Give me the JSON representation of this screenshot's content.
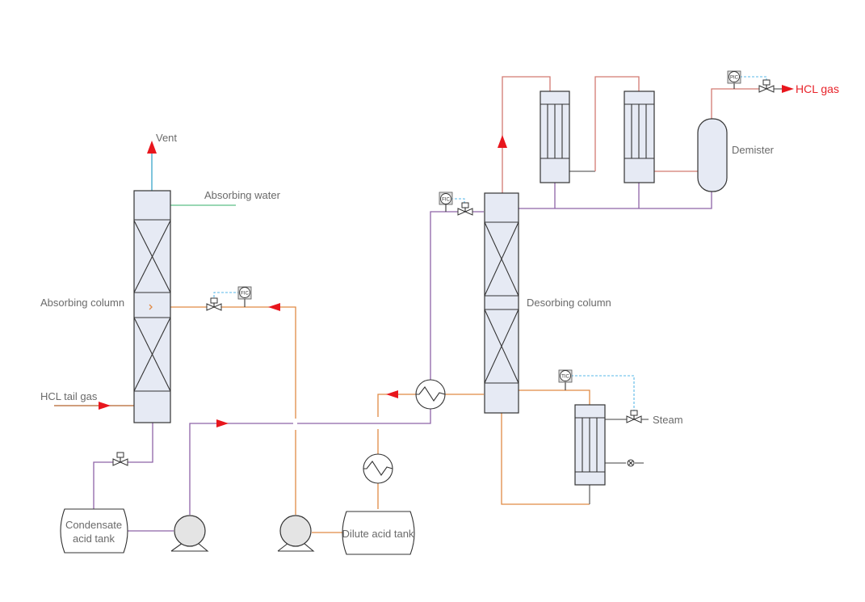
{
  "diagram": {
    "type": "process-flow-diagram",
    "labels": {
      "vent": "Vent",
      "absorbing_water": "Absorbing water",
      "absorbing_column": "Absorbing column",
      "hcl_tail_gas": "HCL tail gas",
      "condensate_tank_line1": "Condensate",
      "condensate_tank_line2": "acid tank",
      "dilute_acid_tank": "Dilute acid tank",
      "desorbing_column": "Desorbing column",
      "demister": "Demister",
      "hcl_gas": "HCL gas",
      "steam": "Steam"
    },
    "instruments": {
      "fic_absorber": "FIC",
      "fic_desorber_feed": "FIC",
      "pic_outlet": "PIC",
      "tic_reboiler": "TIC"
    },
    "colors": {
      "arrow": "#e8161d",
      "hcl_gas_label": "#e8232a",
      "purple_line": "#8e63a8",
      "orange_line": "#e08a45",
      "pink_line": "#d27a72",
      "green_line": "#5cbf86",
      "blue_line": "#3aa6c9",
      "signal_line": "#5ab8e8",
      "vessel_fill": "#e6eaf4"
    }
  }
}
